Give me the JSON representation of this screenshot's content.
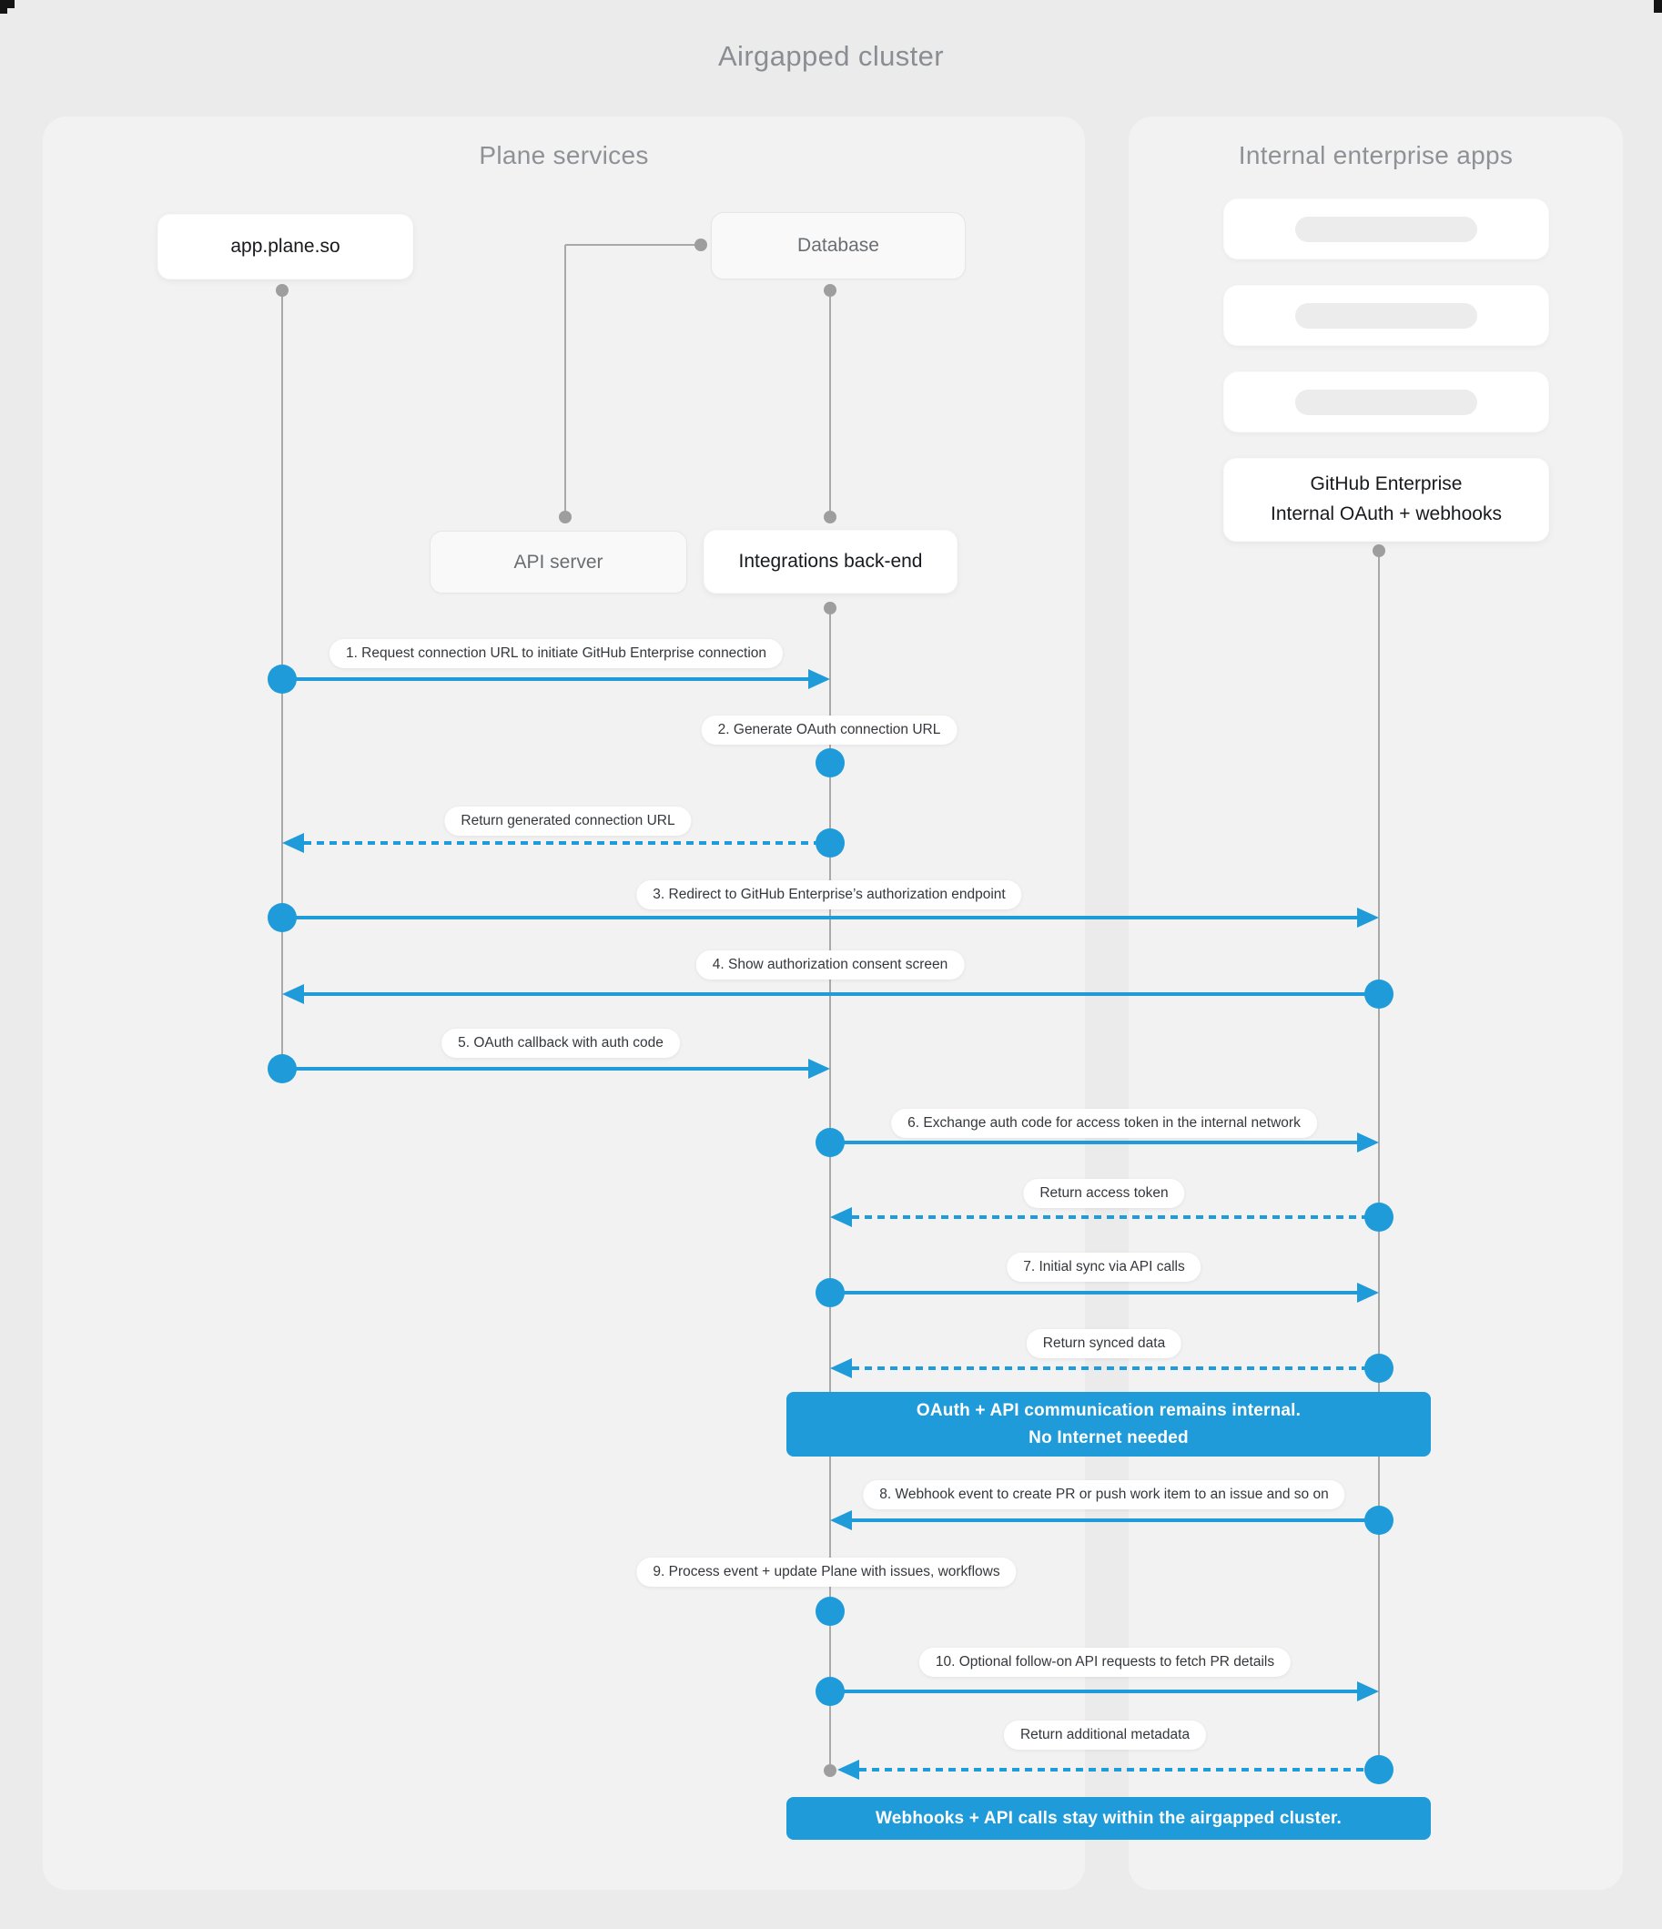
{
  "title": "Airgapped cluster",
  "colors": {
    "accent_blue": "#1f9bd9",
    "line_gray": "#a9a9a9",
    "dot_gray": "#9e9e9e",
    "bg": "#ebebeb",
    "panel": "#f2f2f2",
    "header_gray": "#8e9196",
    "title_gray": "#8a8e93"
  },
  "panels": {
    "plane": {
      "header": "Plane services"
    },
    "enterprise": {
      "header": "Internal enterprise apps"
    }
  },
  "nodes": {
    "app": "app.plane.so",
    "database": "Database",
    "api_server": "API server",
    "integrations": "Integrations back-end",
    "github_line1": "GitHub Enterprise",
    "github_line2": "Internal OAuth + webhooks"
  },
  "messages": [
    {
      "label": "1. Request connection URL to initiate GitHub Enterprise connection"
    },
    {
      "label": "2. Generate OAuth connection URL"
    },
    {
      "label": "Return generated connection URL"
    },
    {
      "label": "3. Redirect to GitHub Enterprise’s authorization endpoint"
    },
    {
      "label": "4. Show authorization consent screen"
    },
    {
      "label": "5. OAuth callback with auth code"
    },
    {
      "label": "6. Exchange auth code for access token in the internal network"
    },
    {
      "label": "Return access token"
    },
    {
      "label": "7. Initial sync via API calls"
    },
    {
      "label": "Return synced data"
    },
    {
      "label": "8. Webhook event to create PR  or push work item to an issue  and so on"
    },
    {
      "label": "9. Process event + update Plane with issues, workflows"
    },
    {
      "label": "10. Optional follow-on API requests to fetch PR details"
    },
    {
      "label": "Return additional metadata"
    }
  ],
  "banners": [
    {
      "line1": "OAuth + API communication remains internal.",
      "line2": "No Internet needed"
    },
    {
      "line1": "Webhooks + API calls stay within the airgapped cluster."
    }
  ]
}
